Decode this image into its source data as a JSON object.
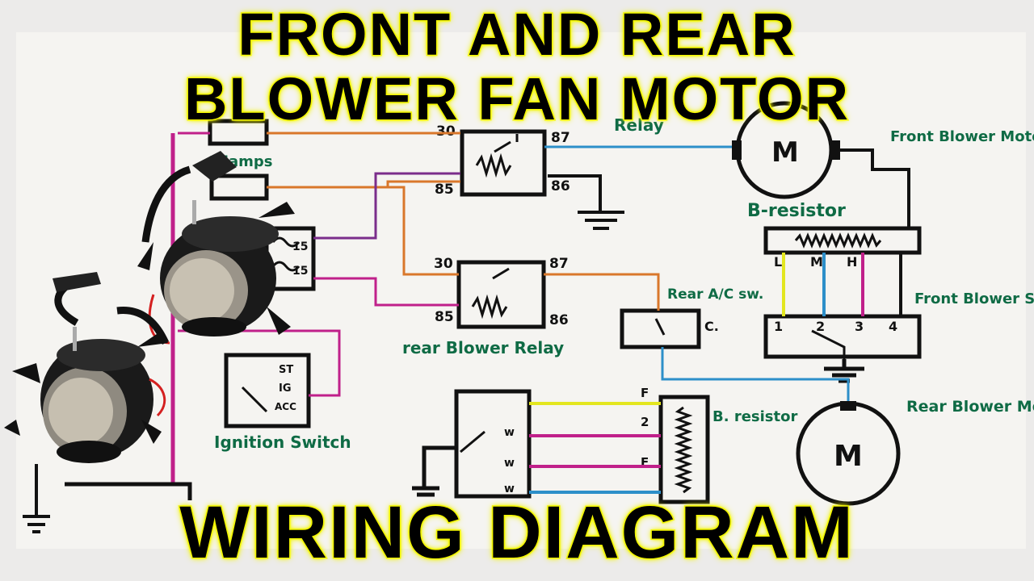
{
  "title": {
    "line1": "FRONT AND REAR",
    "line2": "BLOWER FAN MOTOR",
    "footer": "WIRING DIAGRAM"
  },
  "labels": {
    "lamps": "3 lamps",
    "relay1_t30": "30",
    "relay1_t87": "87",
    "relay1_t85": "85",
    "relay1_t86": "86",
    "relay_top": "Relay",
    "front_motor_name": "Front Blower Motor",
    "front_motor_symbol": "M",
    "b_resistor_top": "B-resistor",
    "res_L": "L",
    "res_M": "M",
    "res_H": "H",
    "relay2_t30": "30",
    "relay2_t87": "87",
    "relay2_t85": "85",
    "relay2_t86": "86",
    "rear_relay": "rear Blower Relay",
    "rear_ac_switch": "Rear A/C sw.",
    "ac_c": "C.",
    "front_switch_positions": [
      "1",
      "2",
      "3",
      "4"
    ],
    "front_blower_switch": "Front Blower Switch",
    "rear_motor_symbol": "M",
    "rear_blower_motor": "Rear Blower Motor",
    "b_resistor_rear": "B. resistor",
    "fuse_15a": "15",
    "fuse_15b": "15",
    "ign_st": "ST",
    "ign_ig": "IG",
    "ign_acc": "ACC",
    "ignition_switch": "Ignition Switch",
    "rear_switch_terminals": [
      "F",
      "2",
      "F"
    ],
    "rear_switch_left_marks": [
      "w",
      "w",
      "w"
    ]
  },
  "colors": {
    "title_fill": "#000000",
    "title_outline": "#f3f600",
    "wire_black": "#111111",
    "wire_orange": "#d9772b",
    "wire_pink": "#c0208a",
    "wire_blue": "#2d8fc9",
    "wire_yellow": "#e3e61f",
    "wire_purple": "#7a2d8b",
    "wire_red": "#d42020",
    "label_green": "#0f6b45"
  }
}
